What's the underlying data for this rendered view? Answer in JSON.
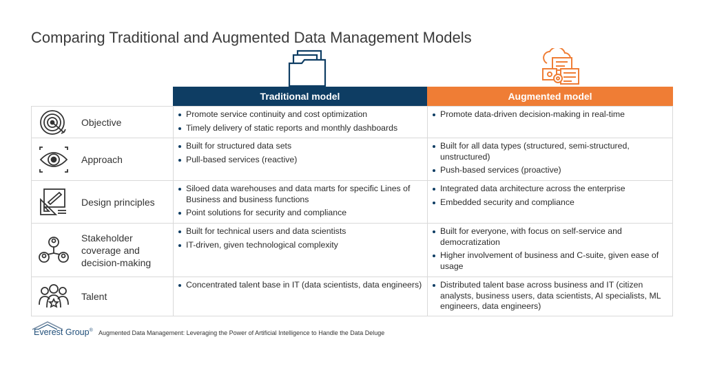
{
  "title": "Comparing Traditional and Augmented Data Management Models",
  "columns": {
    "traditional": {
      "label": "Traditional model",
      "icon": "folder-documents-icon",
      "color": "#0e3d63"
    },
    "augmented": {
      "label": "Augmented model",
      "icon": "cloud-automation-icon",
      "color": "#ef7d35"
    }
  },
  "rows": [
    {
      "label": "Objective",
      "icon": "target-icon",
      "traditional": [
        "Promote service continuity and cost optimization",
        "Timely delivery of static reports and monthly dashboards"
      ],
      "augmented": [
        "Promote data-driven decision-making in real-time"
      ]
    },
    {
      "label": "Approach",
      "icon": "eye-icon",
      "traditional": [
        "Built for structured data sets",
        "Pull-based services (reactive)"
      ],
      "augmented": [
        "Built for all data types (structured, semi-structured, unstructured)",
        "Push-based services (proactive)"
      ]
    },
    {
      "label": "Design principles",
      "icon": "design-tools-icon",
      "traditional": [
        "Siloed data warehouses and data marts for specific Lines of Business and business functions",
        "Point solutions for security and compliance"
      ],
      "augmented": [
        "Integrated data architecture across the enterprise",
        "Embedded security and compliance"
      ]
    },
    {
      "label": "Stakeholder coverage and decision-making",
      "icon": "stakeholders-icon",
      "traditional": [
        "Built for technical users and data scientists",
        "IT-driven, given technological complexity"
      ],
      "augmented": [
        "Built for everyone, with focus on self-service and democratization",
        "Higher involvement of business and C-suite, given ease of usage"
      ]
    },
    {
      "label": "Talent",
      "icon": "talent-group-icon",
      "traditional": [
        "Concentrated talent base in IT (data scientists, data engineers)"
      ],
      "augmented": [
        "Distributed talent base across business and IT (citizen analysts, business users, data scientists, AI specialists, ML engineers, data engineers)"
      ]
    }
  ],
  "footer": {
    "logo_text": "Everest Group",
    "logo_mark": "®",
    "source": "Augmented Data Management: Leveraging the Power of Artificial Intelligence to Handle the Data Deluge"
  }
}
